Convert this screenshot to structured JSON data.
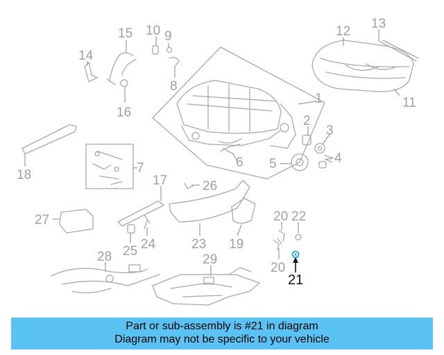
{
  "diagram": {
    "callouts": [
      "1",
      "2",
      "3",
      "4",
      "5",
      "6",
      "7",
      "8",
      "9",
      "10",
      "11",
      "12",
      "13",
      "14",
      "15",
      "16",
      "17",
      "18",
      "19",
      "20",
      "20",
      "21",
      "22",
      "23",
      "24",
      "25",
      "26",
      "27",
      "28",
      "29"
    ],
    "highlighted_callout": "21",
    "highlight_color": "#1fa5e0"
  },
  "caption": {
    "background": "#5bc2f4",
    "line1": "Part or sub-assembly is #21 in diagram",
    "line2": "Diagram may not be specific to your vehicle"
  }
}
